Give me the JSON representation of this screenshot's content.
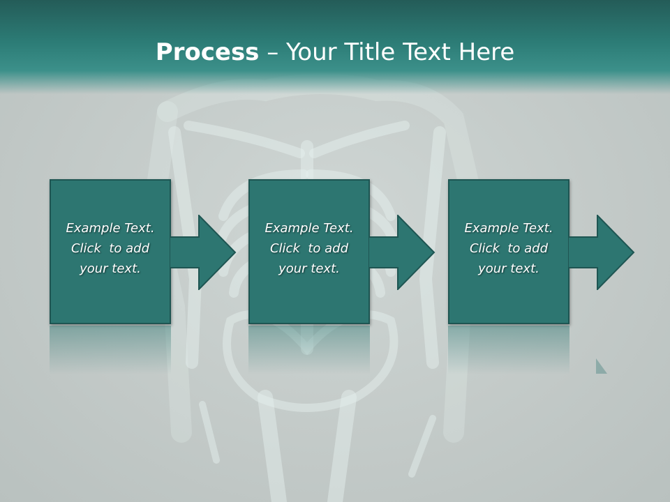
{
  "slide": {
    "title_bold": "Process",
    "title_rest": " – Your Title Text Here",
    "colors": {
      "header": "#2c7c76",
      "box": "#2d7671",
      "box_border": "#1e5552",
      "text": "#ffffff"
    }
  },
  "steps": [
    {
      "line1": "Example Text.",
      "line2": "Click  to add",
      "line3": "your text."
    },
    {
      "line1": "Example Text.",
      "line2": "Click  to add",
      "line3": "your text."
    },
    {
      "line1": "Example Text.",
      "line2": "Click  to add",
      "line3": "your text."
    }
  ]
}
